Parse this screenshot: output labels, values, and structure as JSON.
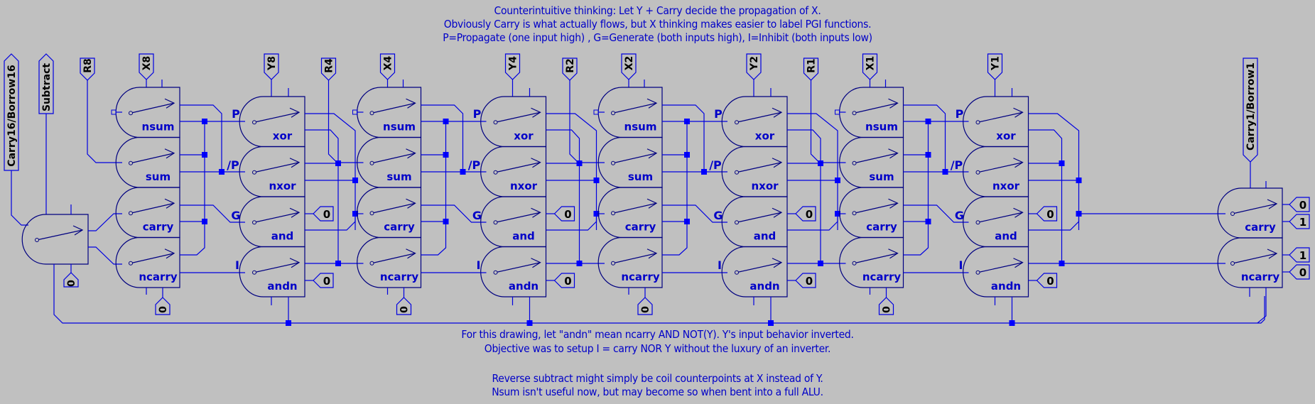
{
  "colors": {
    "background": "#c0c0c0",
    "wire": "#0000e0",
    "component": "#000080",
    "label_text": "#0000c8",
    "port_text": "#000000",
    "junction": "#0000ff"
  },
  "notes_top": [
    "Counterintuitive thinking: Let Y + Carry decide the propagation of X.",
    "Obviously Carry is what actually flows, but X thinking makes easier to label PGI functions.",
    "P=Propagate (one input high) , G=Generate (both inputs high), I=Inhibit (both inputs low)"
  ],
  "notes_bottom": [
    "For this drawing, let \"andn\" mean ncarry AND NOT(Y). Y's input behavior inverted.",
    "Objective was to setup I = carry NOR Y without the luxury of an inverter.",
    "",
    "Reverse subtract might simply be coil counterpoints at X instead of Y.",
    "Nsum isn't useful now, but may become so when bent into a full ALU."
  ],
  "left_ports": [
    {
      "label": "Carry16/Borrow16"
    },
    {
      "label": "Subtract"
    }
  ],
  "subtract_relay": {
    "ground_label": "0"
  },
  "stages": [
    {
      "r_label": "R8",
      "x_label": "X8",
      "y_label": "Y8"
    },
    {
      "r_label": "R4",
      "x_label": "X4",
      "y_label": "Y4"
    },
    {
      "r_label": "R2",
      "x_label": "X2",
      "y_label": "Y2"
    },
    {
      "r_label": "R1",
      "x_label": "X1",
      "y_label": "Y1"
    }
  ],
  "x_relays": [
    "nsum",
    "sum",
    "carry",
    "ncarry"
  ],
  "y_relays": [
    "xor",
    "nxor",
    "and",
    "andn"
  ],
  "pgi_labels": [
    "P",
    "/P",
    "G",
    "I"
  ],
  "x_ground_label": "0",
  "y_const_labels": [
    "0",
    "0"
  ],
  "final_port": {
    "label": "Carry1/Borrow1"
  },
  "final_relays": [
    "carry",
    "ncarry"
  ],
  "final_consts": [
    "0",
    "1",
    "1",
    "0"
  ]
}
